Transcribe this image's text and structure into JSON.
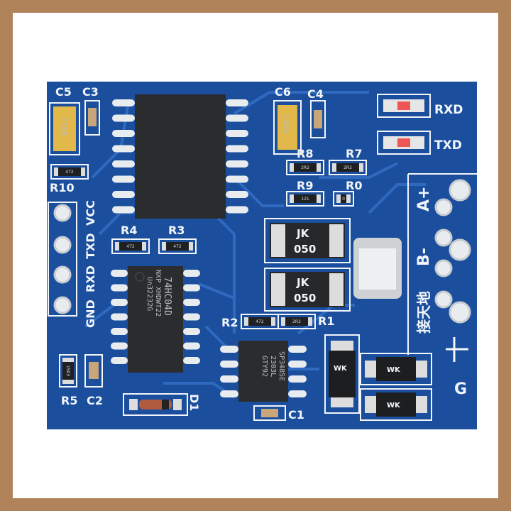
{
  "colors": {
    "board": "#1b4f9e",
    "trace": "#2f6ac0",
    "silkscreen": "#f2f5fa",
    "ic": "#2a2c2e",
    "tantalum": "#e3b84a",
    "frame": "#ffffff",
    "background": "#b0835a"
  },
  "board": {
    "capacitors": {
      "c5": "C5",
      "c3": "C3",
      "c6": "C6",
      "c4": "C4",
      "c2": "C2",
      "c1": "C1",
      "tantalum_marking": "C106"
    },
    "resistors": {
      "r10": "R10",
      "r4": "R4",
      "r3": "R3",
      "r8": "R8",
      "r7": "R7",
      "r9": "R9",
      "r0": "R0",
      "r2": "R2",
      "r1": "R1",
      "r5": "R5"
    },
    "resistor_codes": {
      "r10": "472",
      "r4": "472",
      "r3": "472",
      "r8": "2R2",
      "r7": "2R2",
      "r9": "121",
      "r0": "0",
      "r2": "472",
      "r1": "2R2",
      "r5": "1503"
    },
    "diode": "D1",
    "leds": {
      "rxd": "RXD",
      "txd": "TXD"
    },
    "header_pins": [
      "VCC",
      "TXD",
      "RXD",
      "GND"
    ],
    "terminals": [
      "A+",
      "B-",
      "接天地",
      "G"
    ],
    "fuses": [
      {
        "line1": "JK",
        "line2": "050"
      },
      {
        "line1": "JK",
        "line2": "050"
      }
    ],
    "tvs_marking": "WK",
    "ic_inverter": {
      "line1": "74HC04D",
      "line2": "NXP XHDWT22",
      "line3": "Un32232G"
    },
    "ic_transceiver": {
      "line1": "SP3485E",
      "line2": "2303L",
      "line3": "GTY92"
    }
  }
}
